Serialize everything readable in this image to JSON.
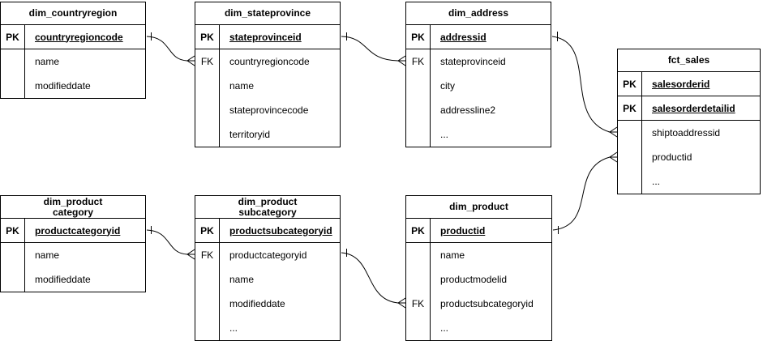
{
  "canvas": {
    "background_color": "#ffffff",
    "line_color": "#000000",
    "text_color": "#000000"
  },
  "tables": [
    {
      "id": "dim_countryregion",
      "title_lines": [
        "dim_countryregion"
      ],
      "rows": [
        {
          "key": "PK",
          "field": "countryregioncode",
          "pk": true
        },
        {
          "key": "",
          "field": "name",
          "pk": false
        },
        {
          "key": "",
          "field": "modifieddate",
          "pk": false
        }
      ]
    },
    {
      "id": "dim_stateprovince",
      "title_lines": [
        "dim_stateprovince"
      ],
      "rows": [
        {
          "key": "PK",
          "field": "stateprovinceid",
          "pk": true
        },
        {
          "key": "FK",
          "field": "countryregioncode",
          "pk": false
        },
        {
          "key": "",
          "field": "name",
          "pk": false
        },
        {
          "key": "",
          "field": "stateprovincecode",
          "pk": false
        },
        {
          "key": "",
          "field": "territoryid",
          "pk": false
        }
      ]
    },
    {
      "id": "dim_address",
      "title_lines": [
        "dim_address"
      ],
      "rows": [
        {
          "key": "PK",
          "field": "addressid",
          "pk": true
        },
        {
          "key": "FK",
          "field": "stateprovinceid",
          "pk": false
        },
        {
          "key": "",
          "field": "city",
          "pk": false
        },
        {
          "key": "",
          "field": "addressline2",
          "pk": false
        },
        {
          "key": "",
          "field": "...",
          "pk": false
        }
      ]
    },
    {
      "id": "fct_sales",
      "title_lines": [
        "fct_sales"
      ],
      "rows": [
        {
          "key": "PK",
          "field": "salesorderid",
          "pk": true
        },
        {
          "key": "PK",
          "field": "salesorderdetailid",
          "pk": true
        },
        {
          "key": "",
          "field": "shiptoaddressid",
          "pk": false
        },
        {
          "key": "",
          "field": "productid",
          "pk": false
        },
        {
          "key": "",
          "field": "...",
          "pk": false
        }
      ]
    },
    {
      "id": "dim_productcategory",
      "title_lines": [
        "dim_product",
        "category"
      ],
      "rows": [
        {
          "key": "PK",
          "field": "productcategoryid",
          "pk": true
        },
        {
          "key": "",
          "field": "name",
          "pk": false
        },
        {
          "key": "",
          "field": "modifieddate",
          "pk": false
        }
      ]
    },
    {
      "id": "dim_productsubcategory",
      "title_lines": [
        "dim_product",
        "subcategory"
      ],
      "rows": [
        {
          "key": "PK",
          "field": "productsubcategoryid",
          "pk": true
        },
        {
          "key": "FK",
          "field": "productcategoryid",
          "pk": false
        },
        {
          "key": "",
          "field": "name",
          "pk": false
        },
        {
          "key": "",
          "field": "modifieddate",
          "pk": false
        },
        {
          "key": "",
          "field": "...",
          "pk": false
        }
      ]
    },
    {
      "id": "dim_product",
      "title_lines": [
        "dim_product"
      ],
      "rows": [
        {
          "key": "PK",
          "field": "productid",
          "pk": true
        },
        {
          "key": "",
          "field": "name",
          "pk": false
        },
        {
          "key": "",
          "field": "productmodelid",
          "pk": false
        },
        {
          "key": "FK",
          "field": "productsubcategoryid",
          "pk": false
        },
        {
          "key": "",
          "field": "...",
          "pk": false
        }
      ]
    }
  ],
  "relationships": [
    {
      "from_table": "dim_countryregion",
      "from_field": "countryregioncode",
      "to_table": "dim_stateprovince",
      "to_field": "countryregioncode",
      "from_cardinality": "one",
      "to_cardinality": "many"
    },
    {
      "from_table": "dim_stateprovince",
      "from_field": "stateprovinceid",
      "to_table": "dim_address",
      "to_field": "stateprovinceid",
      "from_cardinality": "one",
      "to_cardinality": "many"
    },
    {
      "from_table": "dim_address",
      "from_field": "addressid",
      "to_table": "fct_sales",
      "to_field": "shiptoaddressid",
      "from_cardinality": "one",
      "to_cardinality": "many"
    },
    {
      "from_table": "dim_product",
      "from_field": "productid",
      "to_table": "fct_sales",
      "to_field": "productid",
      "from_cardinality": "one",
      "to_cardinality": "many"
    },
    {
      "from_table": "dim_productcategory",
      "from_field": "productcategoryid",
      "to_table": "dim_productsubcategory",
      "to_field": "productcategoryid",
      "from_cardinality": "one",
      "to_cardinality": "many"
    },
    {
      "from_table": "dim_productsubcategory",
      "from_field": "productsubcategoryid",
      "to_table": "dim_product",
      "to_field": "productsubcategoryid",
      "from_cardinality": "one",
      "to_cardinality": "many"
    }
  ]
}
